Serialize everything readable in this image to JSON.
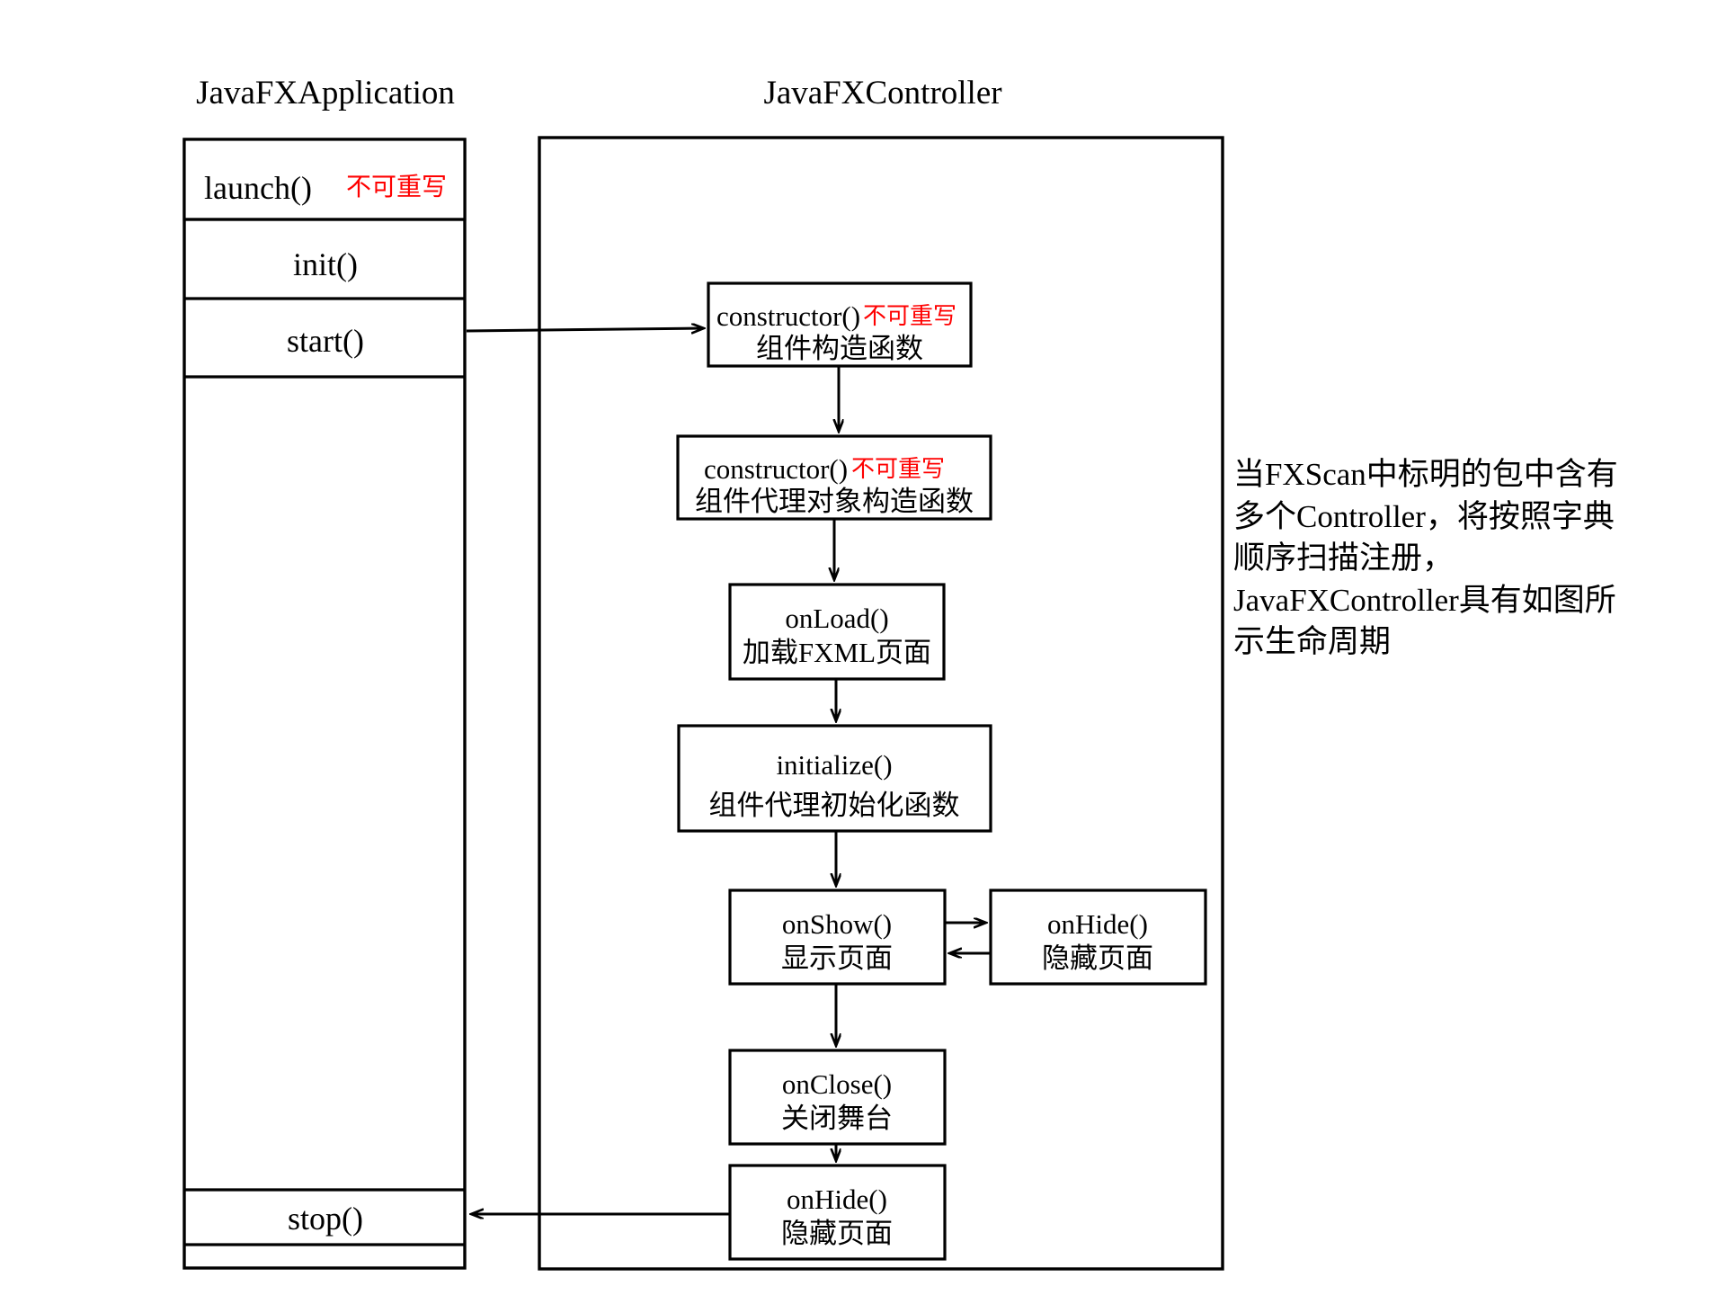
{
  "diagram": {
    "type": "flowchart",
    "columns": [
      {
        "id": "application",
        "title": "JavaFXApplication"
      },
      {
        "id": "controller",
        "title": "JavaFXController"
      }
    ],
    "application_lifecycle": {
      "rows": [
        {
          "id": "launch",
          "label": "launch()",
          "note": "不可重写",
          "note_color": "#ff0000"
        },
        {
          "id": "init",
          "label": "init()",
          "note": ""
        },
        {
          "id": "start",
          "label": "start()",
          "note": ""
        },
        {
          "id": "gap",
          "label": "",
          "note": ""
        },
        {
          "id": "stop",
          "label": "stop()",
          "note": ""
        },
        {
          "id": "footer",
          "label": "",
          "note": ""
        }
      ]
    },
    "controller_lifecycle": {
      "nodes": [
        {
          "id": "constructor-component",
          "line1": "constructor()",
          "note": "不可重写",
          "line2": "组件构造函数"
        },
        {
          "id": "constructor-proxy",
          "line1": "constructor()",
          "note": "不可重写",
          "line2": "组件代理对象构造函数"
        },
        {
          "id": "on-load",
          "line1": "onLoad()",
          "note": "",
          "line2": "加载FXML页面"
        },
        {
          "id": "initialize",
          "line1": "initialize()",
          "note": "",
          "line2": "组件代理初始化函数"
        },
        {
          "id": "on-show",
          "line1": "onShow()",
          "note": "",
          "line2": "显示页面"
        },
        {
          "id": "on-hide-toggle",
          "line1": "onHide()",
          "note": "",
          "line2": "隐藏页面"
        },
        {
          "id": "on-close",
          "line1": "onClose()",
          "note": "",
          "line2": "关闭舞台"
        },
        {
          "id": "on-hide-final",
          "line1": "onHide()",
          "note": "",
          "line2": "隐藏页面"
        }
      ],
      "edges": [
        {
          "from": "start",
          "to": "constructor-component",
          "kind": "cross-column"
        },
        {
          "from": "constructor-component",
          "to": "constructor-proxy",
          "kind": "vertical"
        },
        {
          "from": "constructor-proxy",
          "to": "on-load",
          "kind": "vertical"
        },
        {
          "from": "on-load",
          "to": "initialize",
          "kind": "vertical"
        },
        {
          "from": "initialize",
          "to": "on-show",
          "kind": "vertical"
        },
        {
          "from": "on-show",
          "to": "on-hide-toggle",
          "kind": "horizontal"
        },
        {
          "from": "on-hide-toggle",
          "to": "on-show",
          "kind": "horizontal"
        },
        {
          "from": "on-show",
          "to": "on-close",
          "kind": "vertical"
        },
        {
          "from": "on-close",
          "to": "on-hide-final",
          "kind": "vertical"
        },
        {
          "from": "on-hide-final",
          "to": "stop",
          "kind": "cross-column"
        }
      ]
    },
    "annotation": {
      "id": "scan-note",
      "text": "当FXScan中标明的包中含有多个Controller，将按照字典顺序扫描注册，JavaFXController具有如图所示生命周期"
    }
  }
}
